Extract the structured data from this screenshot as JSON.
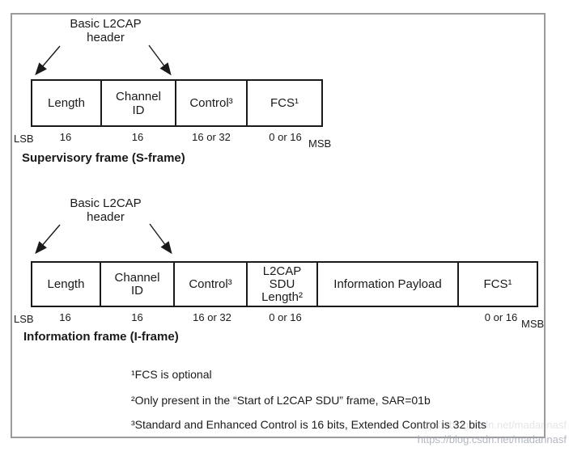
{
  "s_frame": {
    "callout": "Basic L2CAP\nheader",
    "caption": "Supervisory frame (S-frame)",
    "lsb": "LSB",
    "msb": "MSB",
    "cells": [
      {
        "label": "Length",
        "bits": "16"
      },
      {
        "label": "Channel\nID",
        "bits": "16"
      },
      {
        "label": "Control³",
        "bits": "16 or 32"
      },
      {
        "label": "FCS¹",
        "bits": "0 or 16"
      }
    ]
  },
  "i_frame": {
    "callout": "Basic L2CAP\nheader",
    "caption": "Information frame (I-frame)",
    "lsb": "LSB",
    "msb": "MSB",
    "cells": [
      {
        "label": "Length",
        "bits": "16"
      },
      {
        "label": "Channel\nID",
        "bits": "16"
      },
      {
        "label": "Control³",
        "bits": "16 or 32"
      },
      {
        "label": "L2CAP\nSDU\nLength²",
        "bits": "0 or 16"
      },
      {
        "label": "Information Payload",
        "bits": ""
      },
      {
        "label": "FCS¹",
        "bits": "0 or 16"
      }
    ]
  },
  "footnotes": [
    "¹FCS is optional",
    "²Only present in the “Start of L2CAP SDU” frame, SAR=01b",
    "³Standard and Enhanced Control is 16 bits, Extended Control is 32 bits"
  ],
  "watermark": {
    "line1": "https://blog.csdn.net/madannasf",
    "line2": "https://blog.csdn.net/madannasf"
  },
  "colors": {
    "frame_border": "#9b9b9b",
    "line": "#1a1a1a",
    "watermark": "#a5abb6"
  }
}
